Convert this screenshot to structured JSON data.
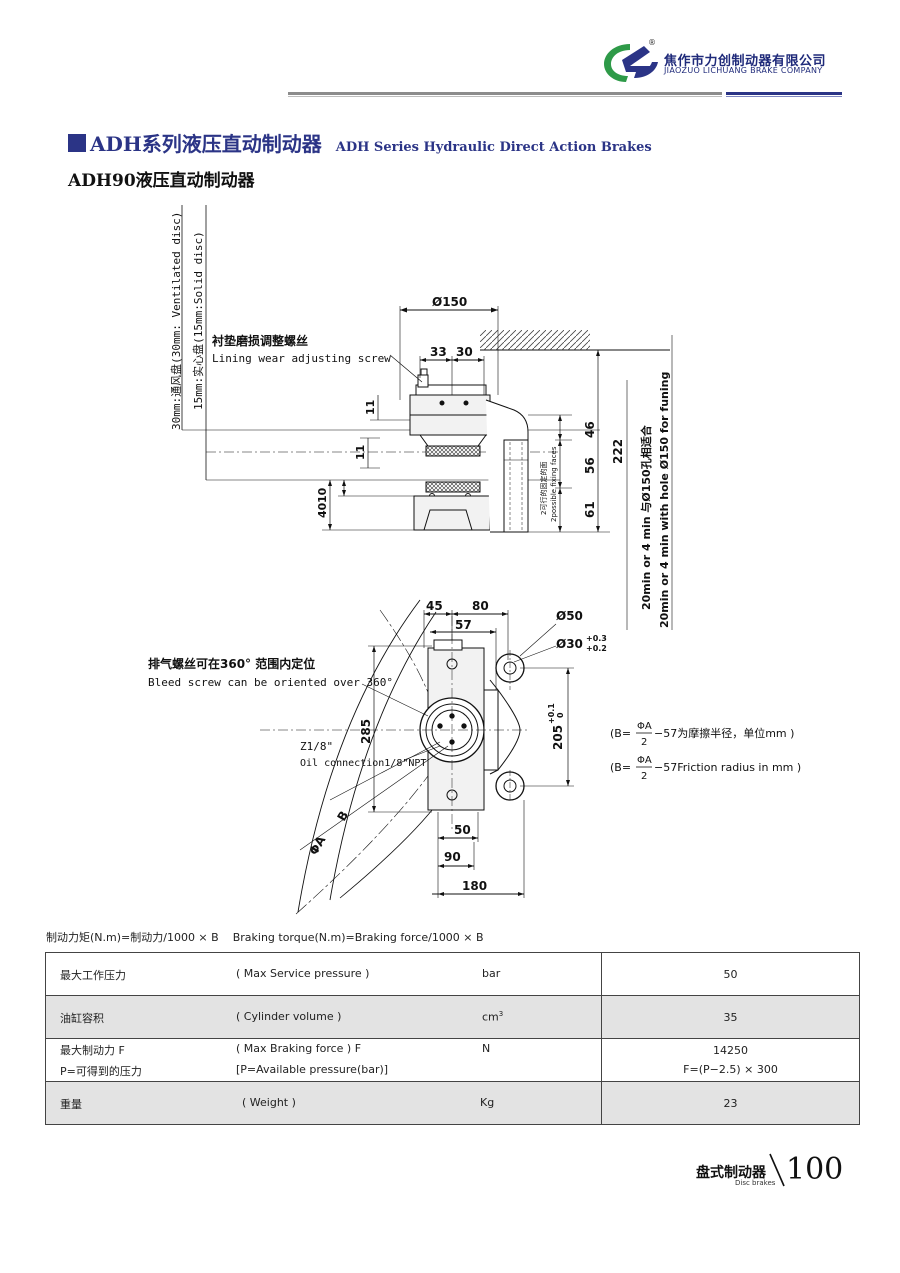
{
  "header": {
    "company_cn": "焦作市力创制动器有限公司",
    "company_en": "JIAOZUO LICHUANG BRAKE COMPANY",
    "registered_mark": "®",
    "brand_green": "#2e9a48",
    "brand_blue": "#2b3486"
  },
  "titles": {
    "series_cn": "ADH系列液压直动制动器",
    "series_en": "ADH Series Hydraulic Direct Action Brakes",
    "model": "ADH90液压直动制动器"
  },
  "drawing": {
    "disc_note_cn": "30mm:通风盘(30mm: Ventilated disc)",
    "disc_note_en": "15mm:实心盘(15mm:Solid disc)",
    "lining_cn": "衬垫磨损调整螺丝",
    "lining_en": "Lining wear adjusting screw",
    "dim_phi150": "Ø150",
    "dim_33": "33",
    "dim_30": "30",
    "dim_11a": "11",
    "dim_11b": "11",
    "dim_46": "46",
    "dim_56": "56",
    "dim_222": "222",
    "dim_61": "61",
    "dim_40": "40",
    "dim_10": "10",
    "fixing_cn": "2可行的固定的面",
    "fixing_en": "2possible fixing faces",
    "mount_cn": "20min or 4 min 与Ø150孔相适合",
    "mount_en": "20min or 4 min with hole Ø150 for funing",
    "bleed_cn": "排气螺丝可在360° 范围内定位",
    "bleed_en": "Bleed screw can be oriented over 360°",
    "dim_45": "45",
    "dim_80": "80",
    "dim_57": "57",
    "dim_phi50": "Ø50",
    "dim_phi30": "Ø30",
    "tol_30_up": "+0.3",
    "tol_30_dn": "+0.2",
    "dim_285": "285",
    "dim_205": "205",
    "tol_205_up": "+0.1",
    "tol_205_dn": "0",
    "oil_1": "Z1/8\"",
    "oil_2": "Oil connection1/8\"NPT",
    "dim_B": "B",
    "dim_phiA": "ΦA",
    "dim_50": "50",
    "dim_90": "90",
    "dim_180": "180",
    "formula_cn_pre": "(B=",
    "formula_cn_post": "−57为摩擦半径，单位mm )",
    "formula_en_pre": "(B=",
    "formula_en_post": "−57Friction radius in mm )",
    "frac_num": "ΦA",
    "frac_den": "2"
  },
  "torque_formula": {
    "cn": "制动力矩(N.m)=制动力/1000 × B",
    "en": "Braking torque(N.m)=Braking force/1000 × B"
  },
  "table": {
    "rows": [
      {
        "cn": "最大工作压力",
        "en": "( Max Service pressure )",
        "unit": "bar",
        "value": "50"
      },
      {
        "cn": "油缸容积",
        "en": "( Cylinder volume )",
        "unit": "cm",
        "unit_sup": "3",
        "value": "35"
      },
      {
        "cn": "最大制动力 F",
        "en": "( Max Braking force ) F",
        "unit": "N",
        "value": "14250",
        "cn2": "P=可得到的压力",
        "en2": "[P=Available pressure(bar)]",
        "value2": "F=(P−2.5) × 300"
      },
      {
        "cn": "重量",
        "en": "( Weight )",
        "unit": "Kg",
        "value": "23"
      }
    ]
  },
  "footer": {
    "section_cn": "盘式制动器",
    "section_en": "Disc brakes",
    "page": "100"
  }
}
